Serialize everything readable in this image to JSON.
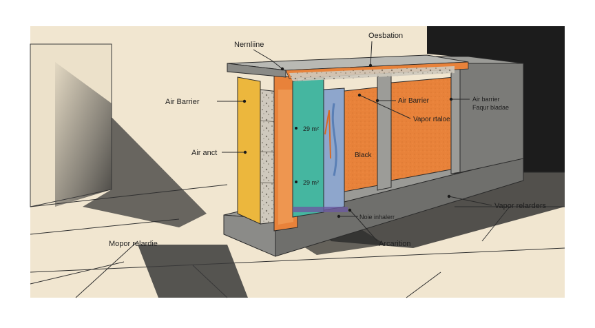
{
  "diagram": {
    "labels": {
      "nernline": "Nernliine",
      "oesbation": "Oesbation",
      "air_barrier_left": "Air Barrier",
      "air_anct": "Air anct",
      "mopor_relardie": "Mopor relardie",
      "twenty_nine_a": "29 m²",
      "twenty_nine_b": "29 m²",
      "air_barrier_center": "Air Barrier",
      "vapor_rtaloe": "Vapor rtaloe",
      "black": "Black",
      "air_barrier_right": "Air barrier",
      "faqur_bladae": "Faqur bladae",
      "vapor_relarders": "Vapor relarders",
      "noie_inhalerr": "Noie inhalerr",
      "arcarition": "Arcarition"
    },
    "colors": {
      "background": "#f1e6d0",
      "frame": "#ffffff",
      "concrete": "#8d8d8a",
      "concrete_dark": "#5c5c5a",
      "insulation_yellow": "#ecb73d",
      "orange_board": "#e8823a",
      "teal_board": "#45b6a0",
      "blue_layer": "#8ea6cc",
      "stone_fill": "#cfc9bd",
      "shadow": "#2b2b2b"
    }
  }
}
